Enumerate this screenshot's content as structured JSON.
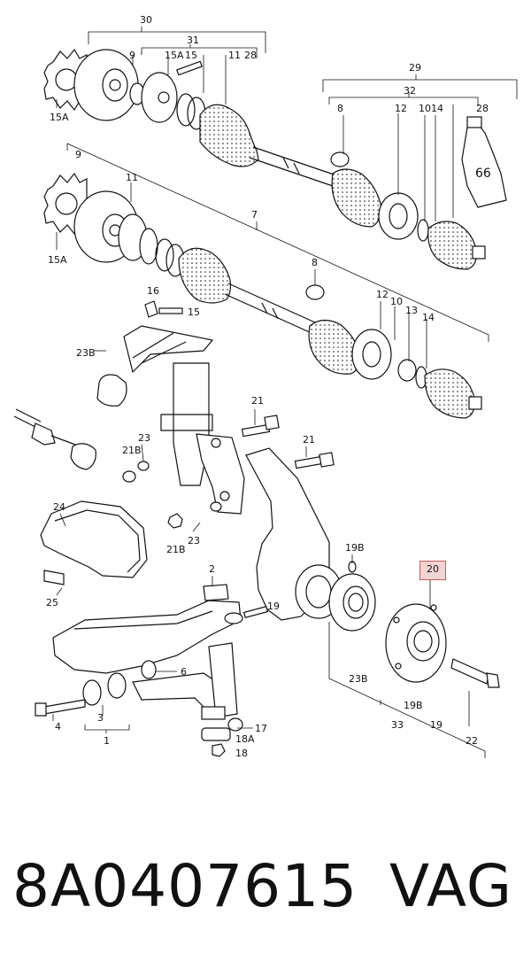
{
  "caption": {
    "part_number": "8A0407615",
    "brand": "VAG"
  },
  "highlight": {
    "label": "20",
    "color": "#c85a5a",
    "fill": "#f3d4d4"
  },
  "callouts": {
    "c30": "30",
    "c31": "31",
    "c9a": "9",
    "c15a_top": "15A",
    "c15_top": "15",
    "c11_top": "11",
    "c28_top": "28",
    "c15a_left": "15A",
    "c29": "29",
    "c32": "32",
    "c8_top": "8",
    "c12_top": "12",
    "c10_top": "10",
    "c14_top": "14",
    "c28_right": "28",
    "c66": "66",
    "c9b": "9",
    "c11_mid": "11",
    "c7": "7",
    "c15a_mid": "15A",
    "c16": "16",
    "c15_mid": "15",
    "c8_mid": "8",
    "c12_mid": "12",
    "c10_mid": "10",
    "c13": "13",
    "c14_mid": "14",
    "c23b_top": "23B",
    "c21_a": "21",
    "c23_a": "23",
    "c21b_a": "21B",
    "c21_b": "21",
    "c24": "24",
    "c23_b": "23",
    "c21b_b": "21B",
    "c19b_a": "19B",
    "c25": "25",
    "c2": "2",
    "c19_a": "19",
    "c6": "6",
    "c4": "4",
    "c3": "3",
    "c1": "1",
    "c17": "17",
    "c18a": "18A",
    "c18": "18",
    "c23b_low": "23B",
    "c19b_low": "19B",
    "c33": "33",
    "c19_low": "19",
    "c22": "22"
  }
}
